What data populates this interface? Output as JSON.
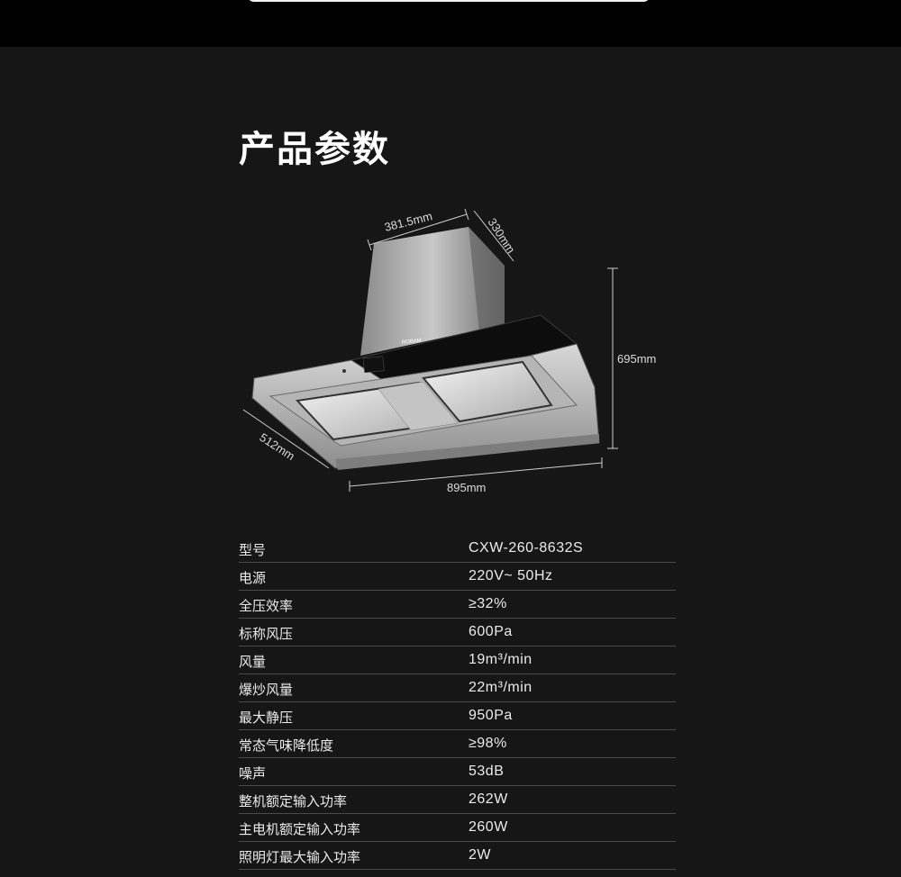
{
  "section": {
    "title": "产品参数"
  },
  "product_image": {
    "brand": "ROBAM",
    "dimensions": {
      "top_width": "381.5mm",
      "top_depth": "330mm",
      "height": "695mm",
      "depth": "512mm",
      "width": "895mm"
    }
  },
  "specs": [
    {
      "label": "型号",
      "value": "CXW-260-8632S"
    },
    {
      "label": "电源",
      "value": "220V~ 50Hz"
    },
    {
      "label": "全压效率",
      "value": "≥32%"
    },
    {
      "label": "标称风压",
      "value": "600Pa"
    },
    {
      "label": "风量",
      "value": "19m³/min"
    },
    {
      "label": "爆炒风量",
      "value": "22m³/min"
    },
    {
      "label": "最大静压",
      "value": "950Pa"
    },
    {
      "label": "常态气味降低度",
      "value": "≥98%"
    },
    {
      "label": "噪声",
      "value": "53dB"
    },
    {
      "label": "整机额定输入功率",
      "value": "262W"
    },
    {
      "label": "主电机额定输入功率",
      "value": "260W"
    },
    {
      "label": "照明灯最大输入功率",
      "value": "2W"
    }
  ]
}
